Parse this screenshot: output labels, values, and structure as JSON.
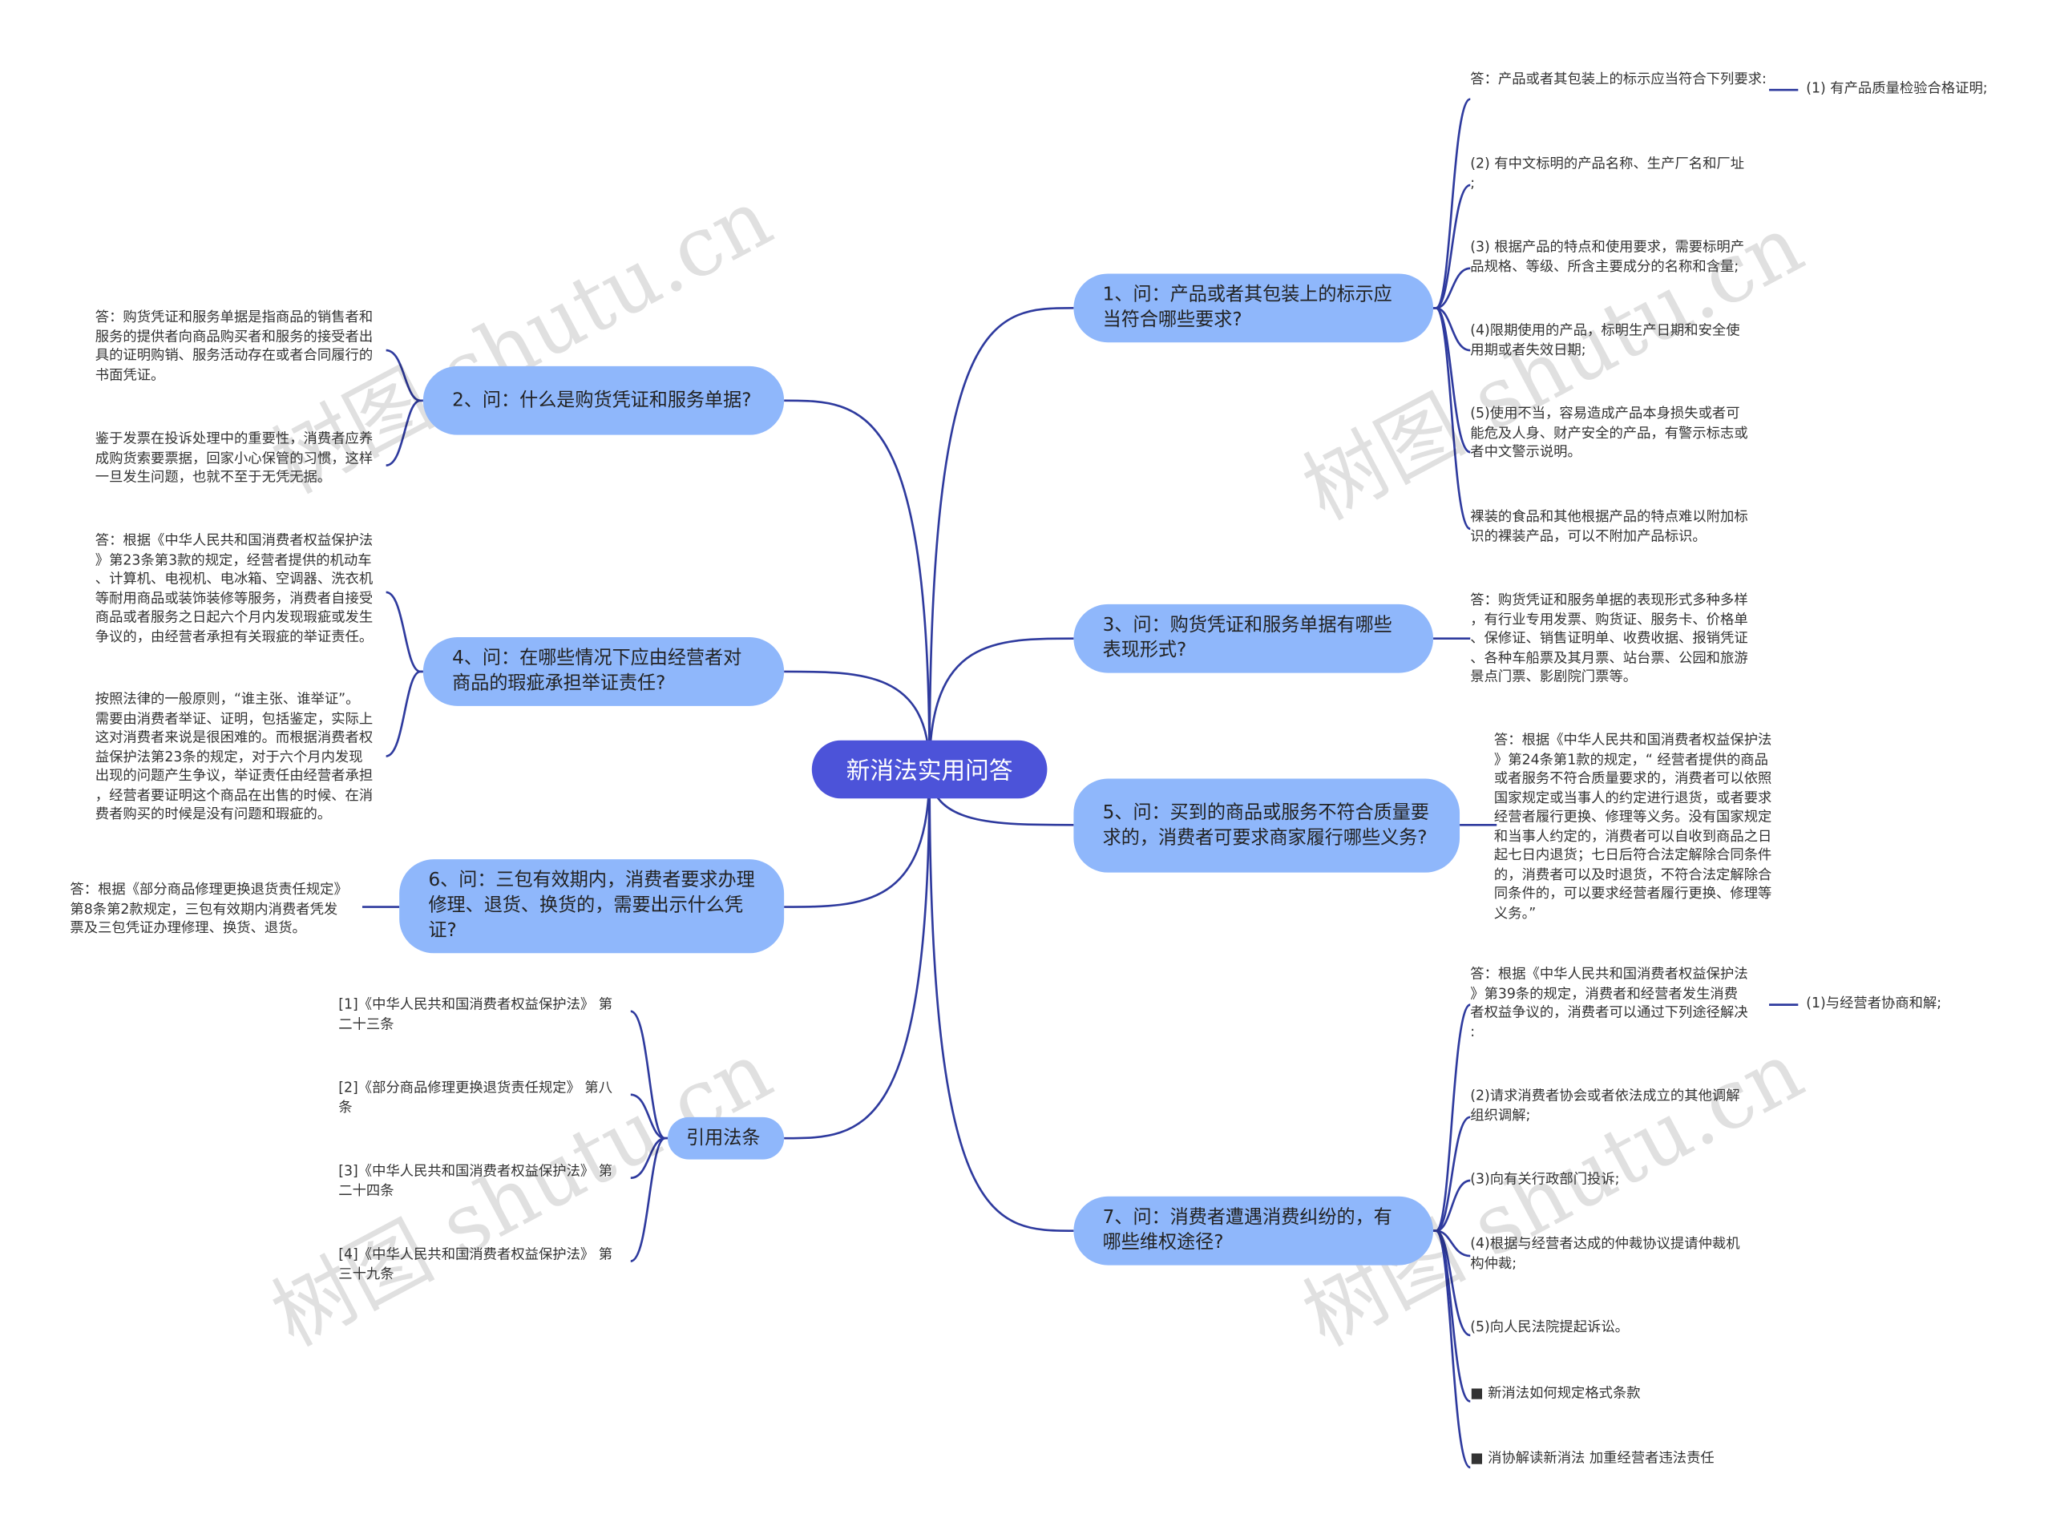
{
  "root": "新消法实用问答",
  "watermark": "树图 shutu.cn",
  "colors": {
    "line": "#2e3a9e",
    "root_fill": "#4c53d9",
    "branch_fill": "#8fb7fb",
    "text": "#333333"
  },
  "right": {
    "q1": {
      "label": "1、问：产品或者其包装上的标示应当符合哪些要求?",
      "a1": "答：产品或者其包装上的标示应当符合下列要求:",
      "a1_sub": "(1) 有产品质量检验合格证明;",
      "a2": "(2) 有中文标明的产品名称、生产厂名和厂址\n;",
      "a3": "(3) 根据产品的特点和使用要求，需要标明产\n品规格、等级、所含主要成分的名称和含量;",
      "a4": "(4)限期使用的产品，标明生产日期和安全使\n用期或者失效日期;",
      "a5": "(5)使用不当，容易造成产品本身损失或者可\n能危及人身、财产安全的产品，有警示标志或\n者中文警示说明。",
      "a6": "裸装的食品和其他根据产品的特点难以附加标\n识的裸装产品，可以不附加产品标识。"
    },
    "q3": {
      "label": "3、问：购货凭证和服务单据有哪些表现形式?",
      "a1": "答：购货凭证和服务单据的表现形式多种多样\n，有行业专用发票、购货证、服务卡、价格单\n、保修证、销售证明单、收费收据、报销凭证\n、各种车船票及其月票、站台票、公园和旅游\n景点门票、影剧院门票等。"
    },
    "q5": {
      "label": "5、问：买到的商品或服务不符合质量要求的，消费者可要求商家履行哪些义务?",
      "a1": "答：根据《中华人民共和国消费者权益保护法\n》第24条第1款的规定，“ 经营者提供的商品\n或者服务不符合质量要求的，消费者可以依照\n国家规定或当事人的约定进行退货，或者要求\n经营者履行更换、修理等义务。没有国家规定\n和当事人约定的，消费者可以自收到商品之日\n起七日内退货；七日后符合法定解除合同条件\n的，消费者可以及时退货，不符合法定解除合\n同条件的，可以要求经营者履行更换、修理等\n义务。”"
    },
    "q7": {
      "label": "7、问：消费者遭遇消费纠纷的，有哪些维权途径?",
      "a1": "答：根据《中华人民共和国消费者权益保护法\n》第39条的规定，消费者和经营者发生消费\n者权益争议的，消费者可以通过下列途径解决\n:",
      "a1_sub": "(1)与经营者协商和解;",
      "a2": "(2)请求消费者协会或者依法成立的其他调解\n组织调解;",
      "a3": "(3)向有关行政部门投诉;",
      "a4": "(4)根据与经营者达成的仲裁协议提请仲裁机\n构仲裁;",
      "a5": "(5)向人民法院提起诉讼。",
      "a6": "■ 新消法如何规定格式条款",
      "a7": "■ 消协解读新消法 加重经营者违法责任"
    }
  },
  "left": {
    "q2": {
      "label": "2、问：什么是购货凭证和服务单据?",
      "a1": "答：购货凭证和服务单据是指商品的销售者和\n服务的提供者向商品购买者和服务的接受者出\n具的证明购销、服务活动存在或者合同履行的\n书面凭证。",
      "a2": "鉴于发票在投诉处理中的重要性，消费者应养\n成购货索要票据，回家小心保管的习惯，这样\n一旦发生问题，也就不至于无凭无据。"
    },
    "q4": {
      "label": "4、问：在哪些情况下应由经营者对商品的瑕疵承担举证责任?",
      "a1": "答：根据《中华人民共和国消费者权益保护法\n》第23条第3款的规定，经营者提供的机动车\n、计算机、电视机、电冰箱、空调器、洗衣机\n等耐用商品或装饰装修等服务，消费者自接受\n商品或者服务之日起六个月内发现瑕疵或发生\n争议的，由经营者承担有关瑕疵的举证责任。",
      "a2": "按照法律的一般原则，“谁主张、谁举证”。\n需要由消费者举证、证明，包括鉴定，实际上\n这对消费者来说是很困难的。而根据消费者权\n益保护法第23条的规定，对于六个月内发现\n出现的问题产生争议，举证责任由经营者承担\n，经营者要证明这个商品在出售的时候、在消\n费者购买的时候是没有问题和瑕疵的。"
    },
    "q6": {
      "label": "6、问：三包有效期内，消费者要求办理修理、退货、换货的，需要出示什么凭证?",
      "a1": "答：根据《部分商品修理更换退货责任规定》\n第8条第2款规定，三包有效期内消费者凭发\n票及三包凭证办理修理、换货、退货。"
    },
    "refs": {
      "label": "引用法条",
      "r1": "[1]《中华人民共和国消费者权益保护法》 第\n二十三条",
      "r2": "[2]《部分商品修理更换退货责任规定》 第八\n条",
      "r3": "[3]《中华人民共和国消费者权益保护法》 第\n二十四条",
      "r4": "[4]《中华人民共和国消费者权益保护法》 第\n三十九条"
    }
  }
}
